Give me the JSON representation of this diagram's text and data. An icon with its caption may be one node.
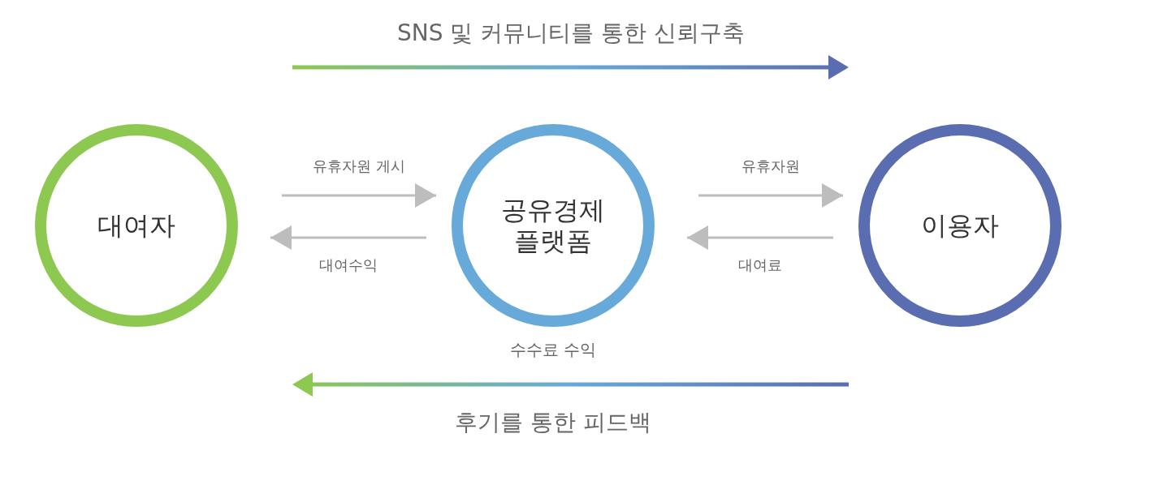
{
  "diagram": {
    "nodes": [
      {
        "text": [
          "대여자"
        ]
      },
      {
        "text": [
          "공유경제 플랫폼"
        ],
        "beside": [
          "수수료 수익"
        ]
      },
      {
        "text": [
          "이용자"
        ]
      }
    ],
    "edges": [
      {
        "from": 0,
        "to": 1,
        "arrow": "to",
        "label": "유휴자원 게시"
      },
      {
        "from": 1,
        "to": 0,
        "arrow": "to",
        "label": "대여수익"
      },
      {
        "from": 1,
        "to": 2,
        "arrow": "to",
        "label": "유휴자원"
      },
      {
        "from": 2,
        "to": 1,
        "arrow": "to",
        "label": "대여료"
      }
    ],
    "labels": [
      "SNS 및 커뮤니티를 통한 신뢰구축",
      "후기를 통한 피드백"
    ]
  }
}
